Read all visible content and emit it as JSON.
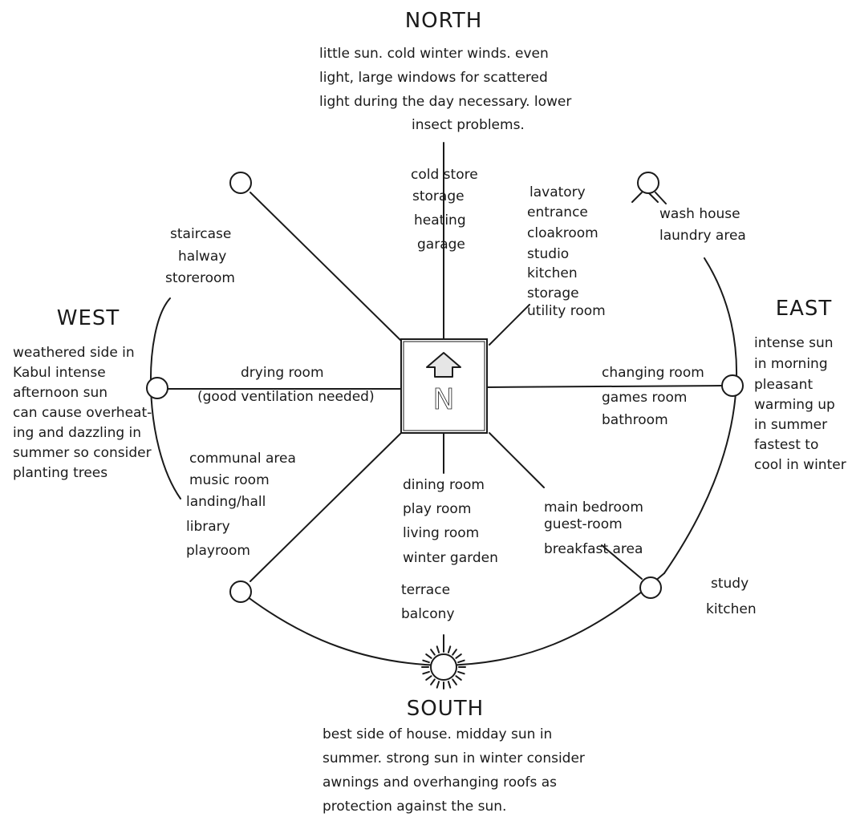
{
  "directions": {
    "north": {
      "label": "NORTH",
      "note": [
        "little sun. cold winter winds. even",
        "light, large windows for scattered",
        "light during the day necessary. lower",
        "insect problems."
      ]
    },
    "south": {
      "label": "SOUTH",
      "note": [
        "best side of house. midday sun in",
        "summer. strong sun in winter consider",
        "awnings and overhanging roofs as",
        "protection against the sun."
      ]
    },
    "east": {
      "label": "EAST",
      "note": [
        "intense sun",
        "in morning",
        "pleasant",
        "warming up",
        "in summer",
        "fastest to",
        "cool in winter"
      ]
    },
    "west": {
      "label": "WEST",
      "note": [
        "weathered side in",
        "Kabul intense",
        "afternoon sun",
        "can cause overheat-",
        "ing and dazzling in",
        "summer so consider",
        "planting trees"
      ]
    }
  },
  "center_label": "N",
  "rooms": {
    "north": [
      "cold store",
      "storage",
      "heating",
      "garage"
    ],
    "north_east": [
      "lavatory",
      "entrance",
      "cloakroom",
      "studio",
      "kitchen",
      "storage",
      "utility room"
    ],
    "north_west": [
      "staircase",
      "halway",
      "storeroom"
    ],
    "far_north_east": [
      "wash house",
      "laundry area"
    ],
    "west": [
      "drying room",
      "(good ventilation needed)"
    ],
    "east": [
      "changing room",
      "games room",
      "bathroom"
    ],
    "south_west": [
      "communal area",
      "music room",
      "landing/hall",
      "library",
      "playroom"
    ],
    "south": [
      "dining room",
      "play room",
      "living room",
      "winter garden",
      "terrace",
      "balcony"
    ],
    "south_east": [
      "main bedroom",
      "guest-room",
      "breakfast area"
    ],
    "far_south_east": [
      "study",
      "kitchen"
    ]
  }
}
